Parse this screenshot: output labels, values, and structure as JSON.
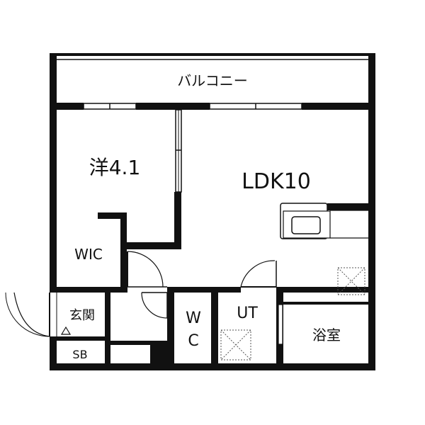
{
  "colors": {
    "wall": "#111111",
    "background": "#ffffff"
  },
  "rooms": {
    "balcony": "バルコニー",
    "western_room": "洋4.1",
    "ldk": "LDK10",
    "wic": "WIC",
    "entrance": "玄関",
    "shoe_box": "SB",
    "toilet_w": "W",
    "toilet_c": "C",
    "utility": "UT",
    "bathroom": "浴室"
  },
  "icons": {
    "kitchen": "kitchen-sink-icon",
    "washer_ldk": "washer-pan-icon",
    "washer_ut": "washer-pan-icon",
    "entrance_step": "step-triangle-icon"
  }
}
